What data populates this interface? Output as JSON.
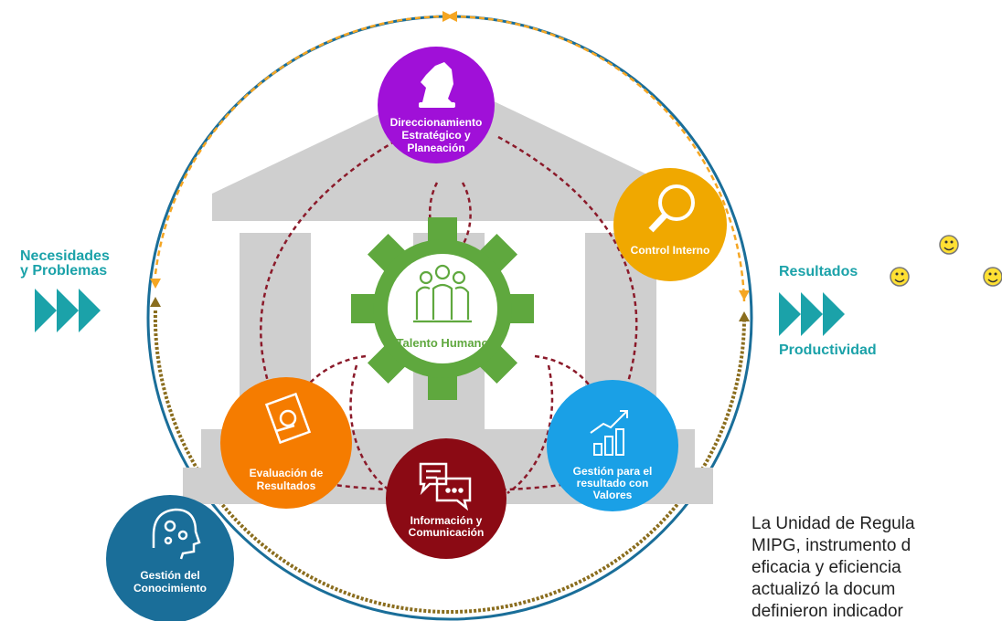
{
  "left_input": {
    "line1": "Necesidades",
    "line2": "y Problemas"
  },
  "right_output": {
    "top_label": "Resultados",
    "bottom_label": "Productividad"
  },
  "center": {
    "label": "Talento Humano"
  },
  "dimensions": {
    "top": {
      "lines": [
        "Direccionamiento",
        "Estratégico y",
        "Planeación"
      ],
      "color": "#a010d8"
    },
    "control": {
      "lines": [
        "Control Interno"
      ],
      "color": "#f0a800"
    },
    "gestion_valores": {
      "lines": [
        "Gestión para el",
        "resultado con",
        "Valores"
      ],
      "color": "#1aa0e6"
    },
    "informacion": {
      "lines": [
        "Información y",
        "Comunicación"
      ],
      "color": "#8b0a14"
    },
    "evaluacion": {
      "lines": [
        "Evaluación de",
        "Resultados"
      ],
      "color": "#f57c00"
    },
    "conocimiento": {
      "lines": [
        "Gestión del",
        "Conocimiento"
      ],
      "color": "#1a6e99"
    }
  },
  "icons": {
    "top": "chess-knight-icon",
    "control": "magnifier-icon",
    "gestion_valores": "growth-chart-icon",
    "informacion": "chat-bubbles-icon",
    "evaluacion": "clipboard-report-icon",
    "conocimiento": "head-gears-icon",
    "center": "people-group-icon",
    "smileys": "smiley-icon"
  },
  "colors": {
    "teal": "#1ba2a9",
    "dashed_red": "#8b1a2a",
    "dashed_orange": "#f5a623",
    "dashed_olive": "#8a6d1e",
    "building": "#cfcfcf",
    "gear": "#5fa83e"
  },
  "paragraph": {
    "lines": [
      "La Unidad de Regula",
      "MIPG, instrumento d",
      "eficacia y eficiencia",
      "actualizó la docum",
      "definieron indicador"
    ]
  }
}
